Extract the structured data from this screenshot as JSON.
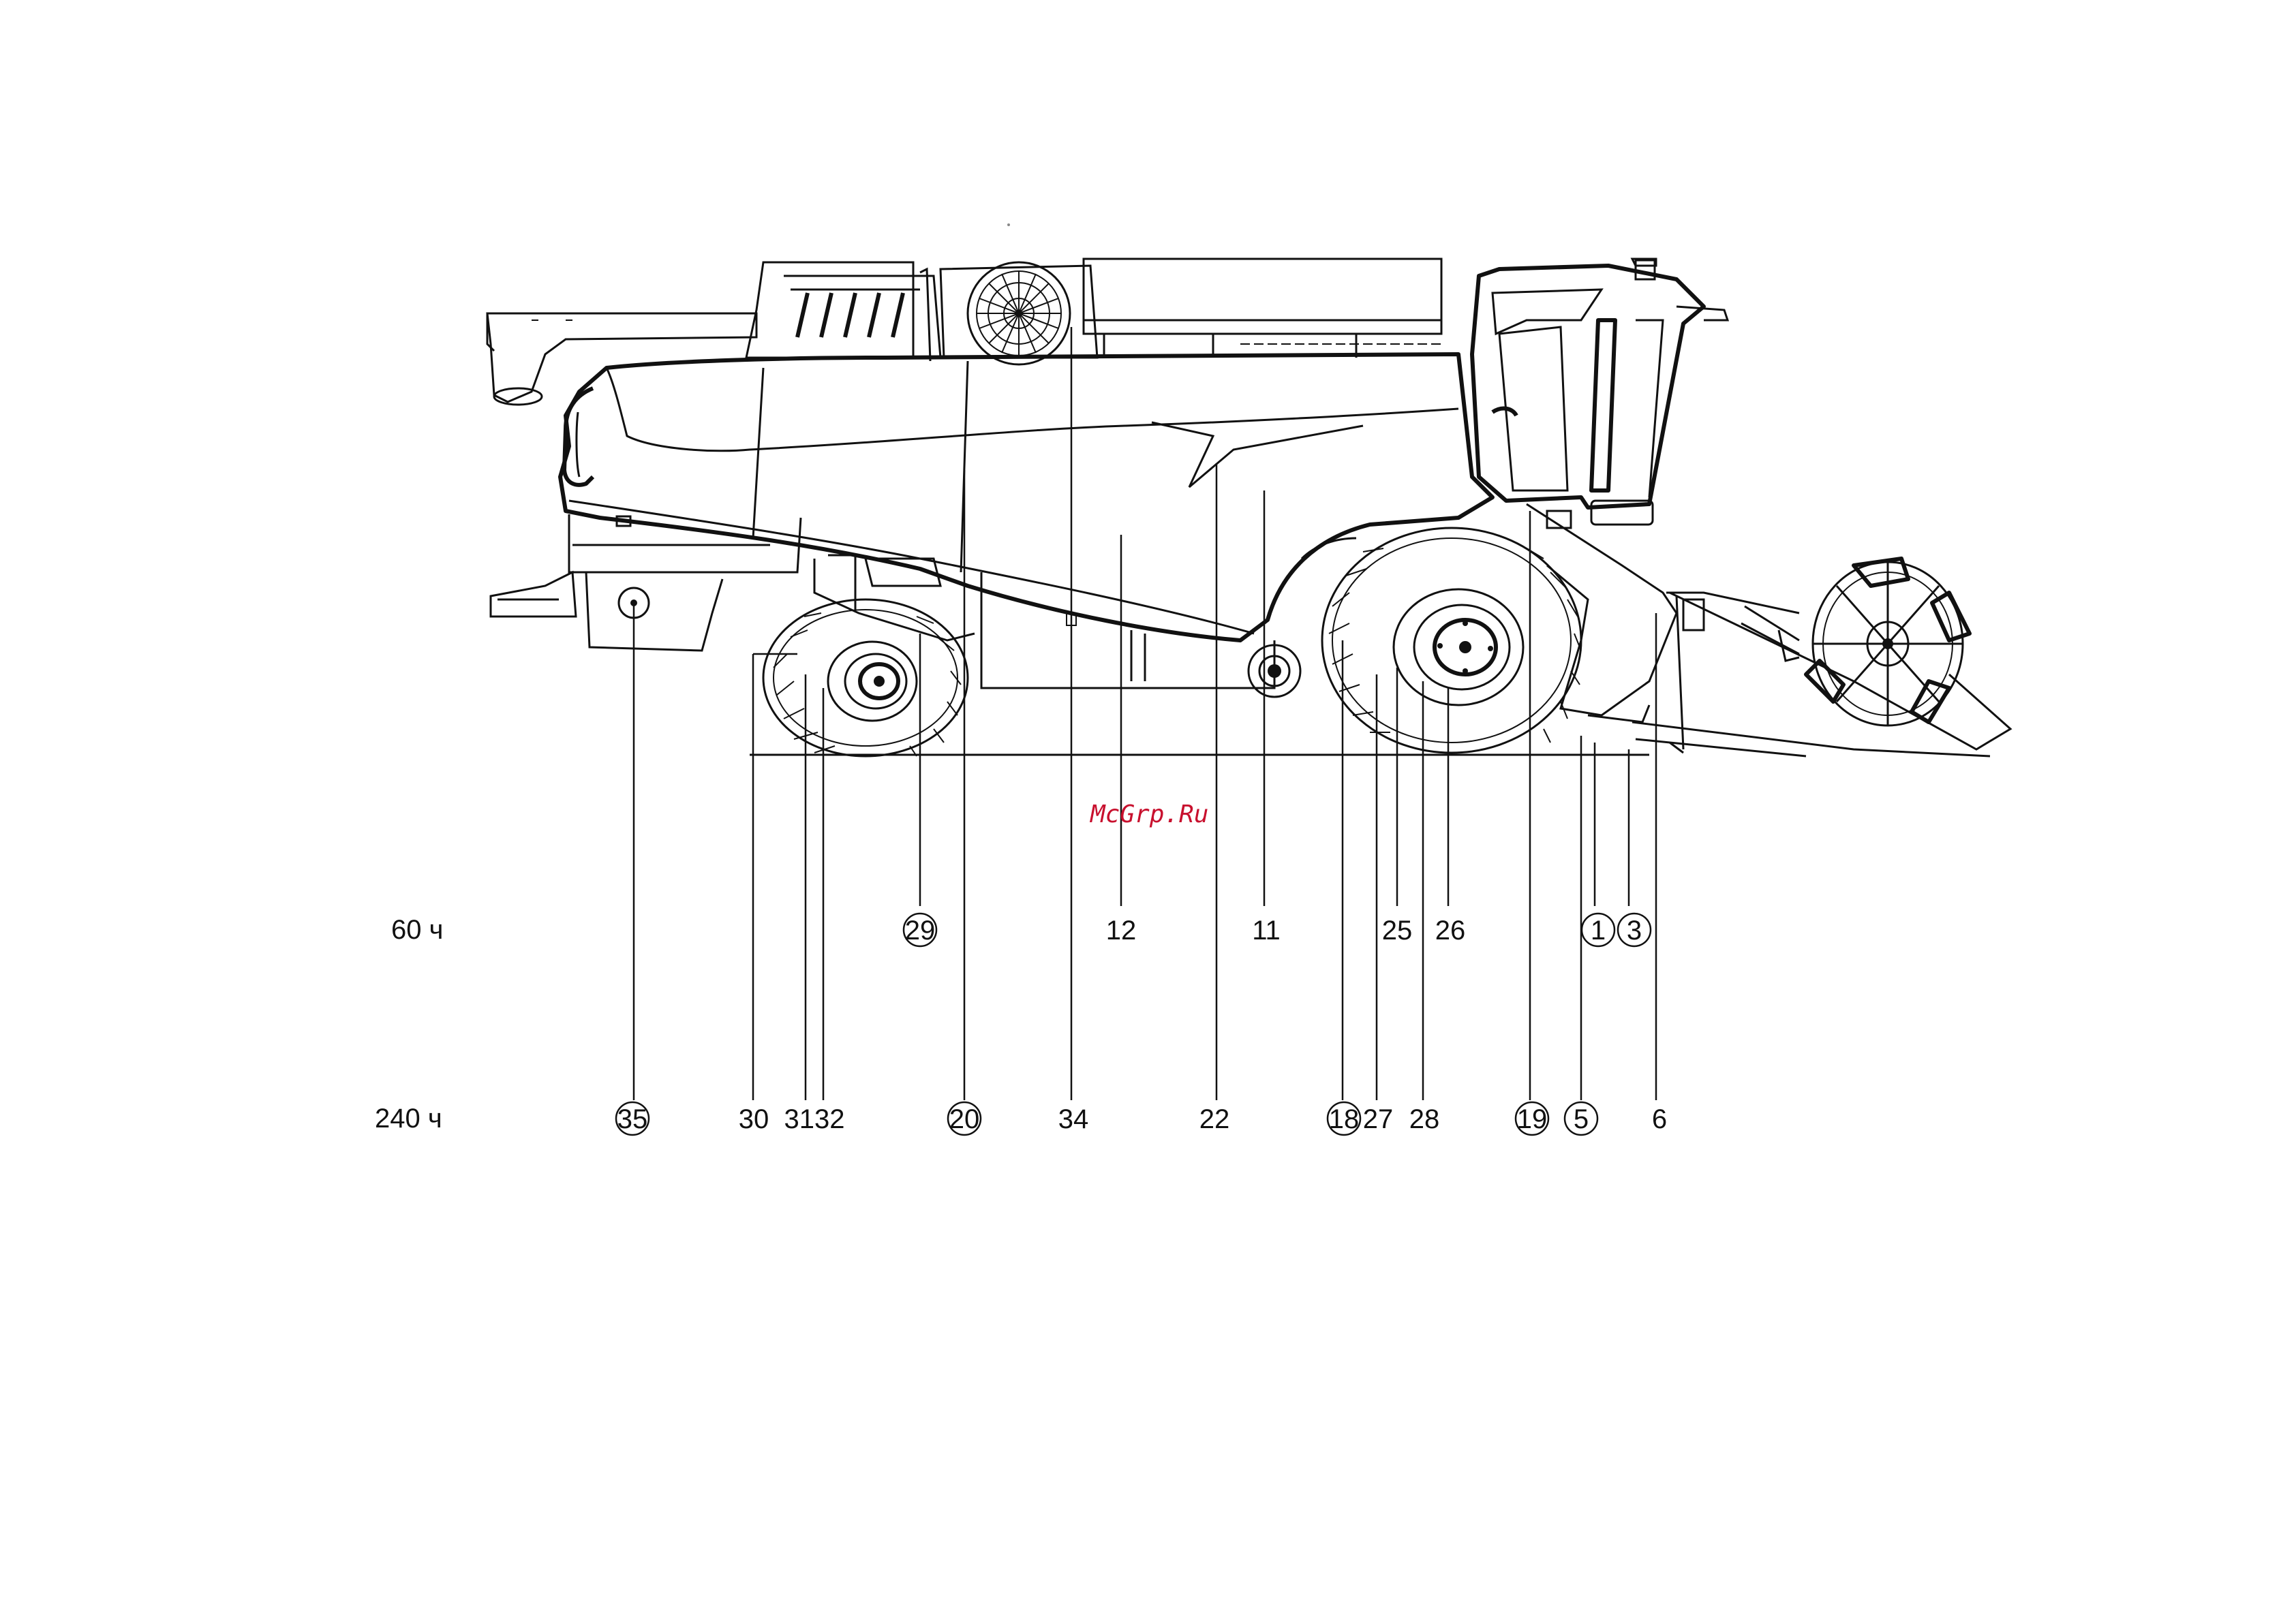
{
  "watermark": "McGrp.Ru",
  "rows": [
    {
      "label": "60 ч"
    },
    {
      "label": "240 ч"
    }
  ],
  "callouts_60h": [
    {
      "id": "29",
      "circled": true
    },
    {
      "id": "12",
      "circled": false
    },
    {
      "id": "11",
      "circled": false
    },
    {
      "id": "25",
      "circled": false
    },
    {
      "id": "26",
      "circled": false
    },
    {
      "id": "1",
      "circled": true
    },
    {
      "id": "3",
      "circled": true
    }
  ],
  "callouts_240h": [
    {
      "id": "35",
      "circled": true
    },
    {
      "id": "30",
      "circled": false
    },
    {
      "id": "3132",
      "circled": false
    },
    {
      "id": "20",
      "circled": true
    },
    {
      "id": "34",
      "circled": false
    },
    {
      "id": "22",
      "circled": false
    },
    {
      "id": "18",
      "circled": true
    },
    {
      "id": "27",
      "circled": false
    },
    {
      "id": "28",
      "circled": false
    },
    {
      "id": "19",
      "circled": true
    },
    {
      "id": "5",
      "circled": true
    },
    {
      "id": "6",
      "circled": false
    }
  ]
}
